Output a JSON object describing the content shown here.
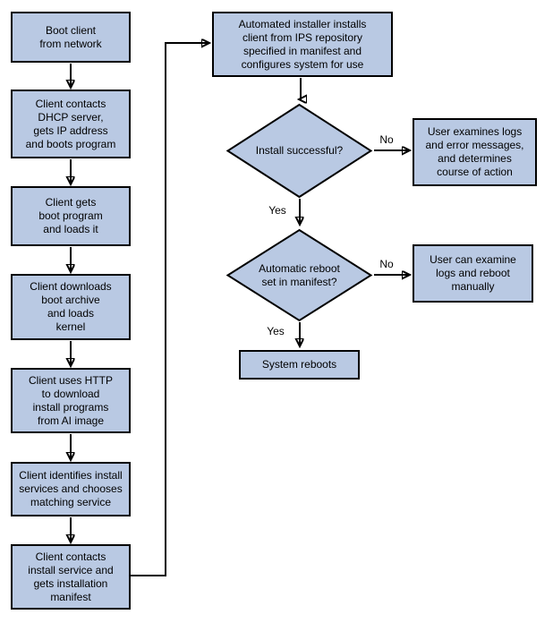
{
  "diagram": {
    "type": "flowchart",
    "colors": {
      "node_fill": "#b9c9e3",
      "node_border": "#000000",
      "connector": "#000000",
      "text": "#000000",
      "background": "#ffffff"
    },
    "nodes": {
      "boot_client": {
        "label": "Boot client\nfrom network"
      },
      "dhcp": {
        "label": "Client contacts\nDHCP server,\ngets IP address\nand boots program"
      },
      "boot_program": {
        "label": "Client gets\nboot program\nand loads it"
      },
      "boot_archive": {
        "label": "Client downloads\nboot archive\nand loads\nkernel"
      },
      "http_download": {
        "label": "Client uses HTTP\nto download\ninstall programs\nfrom AI image"
      },
      "identify_services": {
        "label": "Client identifies install\nservices and chooses\nmatching service"
      },
      "contact_service": {
        "label": "Client contacts\ninstall service and\ngets installation\nmanifest"
      },
      "installer": {
        "label": "Automated installer installs\nclient from IPS repository\nspecified in manifest and\nconfigures system for use"
      },
      "install_successful": {
        "label": "Install successful?"
      },
      "examine_logs": {
        "label": "User examines logs\nand error messages,\nand determines\ncourse of action"
      },
      "auto_reboot": {
        "label": "Automatic reboot\nset in manifest?"
      },
      "examine_reboot": {
        "label": "User can examine\nlogs and reboot\nmanually"
      },
      "system_reboots": {
        "label": "System reboots"
      }
    },
    "edge_labels": {
      "no1": "No",
      "yes1": "Yes",
      "no2": "No",
      "yes2": "Yes"
    }
  }
}
